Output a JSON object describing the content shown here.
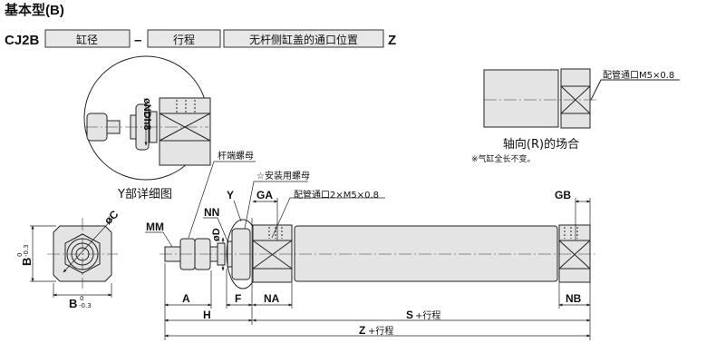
{
  "header": {
    "title": "基本型(B)",
    "model": "CJ2B",
    "field1": "缸径",
    "dash": "–",
    "field2": "行程",
    "field3": "无杆侧缸盖的通口位置",
    "suffix": "Z"
  },
  "detail": {
    "caption": "Y部详细图",
    "nd_label": "øNDh8"
  },
  "end_view": {
    "c_label": "øC",
    "b_label": "B",
    "b_tol_upper": "0",
    "b_tol_lower": "-0.3"
  },
  "axial": {
    "port_label": "配管通口M5×0.8",
    "caption": "轴向(R)的场合",
    "note": "※气缸全长不变。"
  },
  "main": {
    "rod_nut": "杆端螺母",
    "mount_nut": "☆安装用螺母",
    "y": "Y",
    "ga": "GA",
    "gb": "GB",
    "port": "配管通口2×M5×0.8",
    "nn": "NN",
    "mm": "MM",
    "d": "øD",
    "a": "A",
    "f": "F",
    "na": "NA",
    "nb": "NB",
    "h": "H",
    "s": "S",
    "s_suffix": "+行程",
    "z": "Z",
    "z_suffix": "+行程"
  }
}
